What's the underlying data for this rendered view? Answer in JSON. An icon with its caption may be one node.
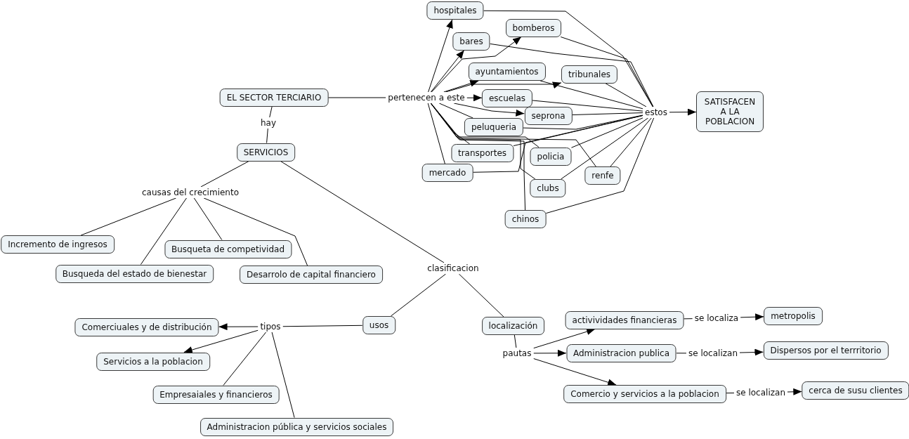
{
  "diagram": {
    "nodes": [
      {
        "text": [
          "hospitales"
        ]
      },
      {
        "text": [
          "bomberos"
        ]
      },
      {
        "text": [
          "bares"
        ]
      },
      {
        "text": [
          "ayuntamientos"
        ]
      },
      {
        "text": [
          "tribunales"
        ]
      },
      {
        "text": [
          "EL SECTOR TERCIARIO"
        ]
      },
      {
        "text": [
          "pertenecen a este"
        ]
      },
      {
        "text": [
          "escuelas"
        ]
      },
      {
        "text": [
          "SATISFACEN A LA POBLACION"
        ]
      },
      {
        "text": [
          "seprona"
        ]
      },
      {
        "text": [
          "estos"
        ]
      },
      {
        "text": [
          "peluqueria"
        ]
      },
      {
        "text": [
          "hay"
        ]
      },
      {
        "text": [
          "SERVICIOS"
        ]
      },
      {
        "text": [
          "transportes"
        ]
      },
      {
        "text": [
          "policia"
        ]
      },
      {
        "text": [
          "mercado"
        ]
      },
      {
        "text": [
          "renfe"
        ]
      },
      {
        "text": [
          "clubs"
        ]
      },
      {
        "text": [
          "causas del crecimiento"
        ]
      },
      {
        "text": [
          "chinos"
        ]
      },
      {
        "text": [
          "Incremento de ingresos"
        ]
      },
      {
        "text": [
          "Busqueta de competividad"
        ]
      },
      {
        "text": [
          "Busqueda del estado de bienestar"
        ]
      },
      {
        "text": [
          "Desarrolo de capital financiero"
        ]
      },
      {
        "text": [
          "clasificacion"
        ]
      },
      {
        "text": [
          "metropolis"
        ]
      },
      {
        "text": [
          "activividades financieras"
        ]
      },
      {
        "text": [
          "se localiza"
        ]
      },
      {
        "text": [
          "usos"
        ]
      },
      {
        "text": [
          "localización"
        ]
      },
      {
        "text": [
          "Comerciuales y de distribución"
        ]
      },
      {
        "text": [
          "tipos"
        ]
      },
      {
        "text": [
          "Dispersos por el terrritorio"
        ]
      },
      {
        "text": [
          "Administracion publica"
        ]
      },
      {
        "text": [
          "se localizan"
        ]
      },
      {
        "text": [
          "pautas"
        ]
      },
      {
        "text": [
          "Servicios a la poblacion"
        ]
      },
      {
        "text": [
          "cerca de susu clientes"
        ]
      },
      {
        "text": [
          "Comercio y servicios a la poblacion"
        ]
      },
      {
        "text": [
          "Empresaiales y financieros"
        ]
      },
      {
        "text": [
          "se localizan"
        ]
      },
      {
        "text": [
          "Administracion pública y servicios sociales"
        ]
      }
    ],
    "edges": [
      {
        "from": 5,
        "to": 6,
        "arrow": "none"
      },
      {
        "from": 6,
        "to": 0,
        "arrow": "to"
      },
      {
        "from": 6,
        "to": 2,
        "arrow": "to"
      },
      {
        "from": 6,
        "to": 3,
        "arrow": "to"
      },
      {
        "from": 6,
        "to": 1,
        "arrow": "to"
      },
      {
        "from": 6,
        "to": 4,
        "arrow": "to"
      },
      {
        "from": 6,
        "to": 7,
        "arrow": "to"
      },
      {
        "from": 6,
        "to": 9,
        "arrow": "to"
      },
      {
        "from": 6,
        "to": 11,
        "arrow": "none"
      },
      {
        "from": 6,
        "to": 14,
        "arrow": "none"
      },
      {
        "from": 6,
        "to": 16,
        "arrow": "none"
      },
      {
        "from": 6,
        "to": 15,
        "arrow": "none"
      },
      {
        "from": 6,
        "to": 17,
        "arrow": "none"
      },
      {
        "from": 6,
        "to": 18,
        "arrow": "none"
      },
      {
        "from": 6,
        "to": 20,
        "arrow": "none"
      },
      {
        "from": 0,
        "to": 10,
        "arrow": "none"
      },
      {
        "from": 1,
        "to": 10,
        "arrow": "none"
      },
      {
        "from": 2,
        "to": 10,
        "arrow": "none"
      },
      {
        "from": 3,
        "to": 10,
        "arrow": "none"
      },
      {
        "from": 4,
        "to": 10,
        "arrow": "none"
      },
      {
        "from": 7,
        "to": 10,
        "arrow": "none"
      },
      {
        "from": 9,
        "to": 10,
        "arrow": "none"
      },
      {
        "from": 11,
        "to": 10,
        "arrow": "none"
      },
      {
        "from": 14,
        "to": 10,
        "arrow": "none"
      },
      {
        "from": 15,
        "to": 10,
        "arrow": "none"
      },
      {
        "from": 16,
        "to": 10,
        "arrow": "none"
      },
      {
        "from": 17,
        "to": 10,
        "arrow": "none"
      },
      {
        "from": 18,
        "to": 10,
        "arrow": "none"
      },
      {
        "from": 20,
        "to": 10,
        "arrow": "none"
      },
      {
        "from": 10,
        "to": 8,
        "arrow": "to"
      },
      {
        "from": 5,
        "to": 12,
        "arrow": "none"
      },
      {
        "from": 12,
        "to": 13,
        "arrow": "none"
      },
      {
        "from": 13,
        "to": 19,
        "arrow": "none"
      },
      {
        "from": 19,
        "to": 21,
        "arrow": "none"
      },
      {
        "from": 19,
        "to": 23,
        "arrow": "none"
      },
      {
        "from": 19,
        "to": 22,
        "arrow": "none"
      },
      {
        "from": 19,
        "to": 24,
        "arrow": "none"
      },
      {
        "from": 13,
        "to": 25,
        "arrow": "none"
      },
      {
        "from": 25,
        "to": 29,
        "arrow": "none"
      },
      {
        "from": 25,
        "to": 30,
        "arrow": "none"
      },
      {
        "from": 29,
        "to": 32,
        "arrow": "none"
      },
      {
        "from": 32,
        "to": 31,
        "arrow": "to"
      },
      {
        "from": 32,
        "to": 37,
        "arrow": "to"
      },
      {
        "from": 32,
        "to": 40,
        "arrow": "none"
      },
      {
        "from": 32,
        "to": 42,
        "arrow": "none"
      },
      {
        "from": 30,
        "to": 36,
        "arrow": "none"
      },
      {
        "from": 36,
        "to": 27,
        "arrow": "to"
      },
      {
        "from": 36,
        "to": 34,
        "arrow": "to"
      },
      {
        "from": 36,
        "to": 39,
        "arrow": "to"
      },
      {
        "from": 27,
        "to": 28,
        "arrow": "none"
      },
      {
        "from": 28,
        "to": 26,
        "arrow": "to"
      },
      {
        "from": 34,
        "to": 35,
        "arrow": "none"
      },
      {
        "from": 35,
        "to": 33,
        "arrow": "to"
      },
      {
        "from": 39,
        "to": 41,
        "arrow": "none"
      },
      {
        "from": 41,
        "to": 38,
        "arrow": "to"
      }
    ]
  }
}
